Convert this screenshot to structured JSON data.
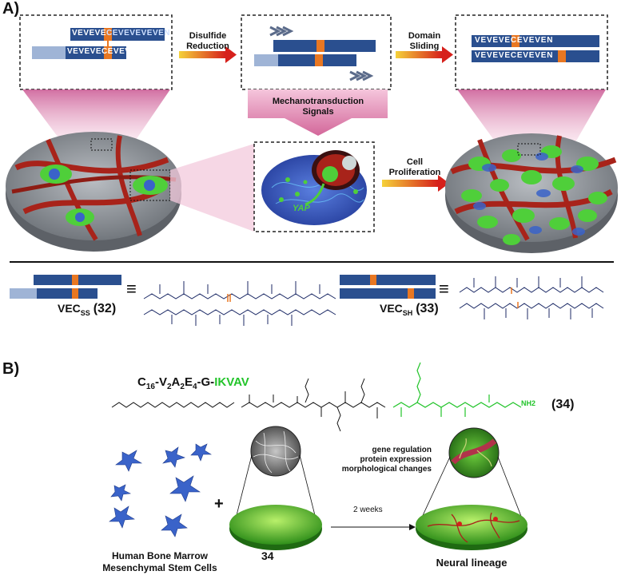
{
  "panelA": {
    "label": "A)",
    "step1": "Disulfide\nReduction",
    "step2": "Domain\nSliding",
    "signals": "Mechanotransduction\nSignals",
    "proliferation": "Cell\nProliferation",
    "yap": "YAP",
    "seq_top": "VEVEVE",
    "seq_top_tail": "CEVEVEVEVEN",
    "seq_bot": "VEVEVECEVEVEN",
    "vec_ss": "VEC",
    "vec_ss_sub": "SS",
    "vec_ss_num": "(32)",
    "vec_sh": "VEC",
    "vec_sh_sub": "SH",
    "vec_sh_num": "(33)",
    "equiv": "≡"
  },
  "panelB": {
    "label": "B)",
    "formula_prefix": "C",
    "formula_parts": [
      "16",
      "-V",
      "2",
      "A",
      "2",
      "E",
      "4",
      "-G-"
    ],
    "formula_suffix": "IKVAV",
    "compound_num": "(34)",
    "stem_cells": "Human Bone Marrow\nMesenchymal Stem Cells",
    "plus": "+",
    "scaffold_num": "34",
    "time": "2 weeks",
    "changes": "gene regulation\nprotein expression\nmorphological changes",
    "outcome": "Neural lineage",
    "nh2": "NH2"
  },
  "colors": {
    "cys_orange": "#e87722",
    "block_blue": "#2a4f8f",
    "fiber_red": "#a8231a",
    "cell_green": "#4fcf3a",
    "cell_blue": "#3a63c9",
    "ikvav_green": "#22c42a",
    "arrow_gradient_start": "#f5d23a",
    "arrow_gradient_end": "#d6201b",
    "disc_grey": "#8a8f96"
  }
}
